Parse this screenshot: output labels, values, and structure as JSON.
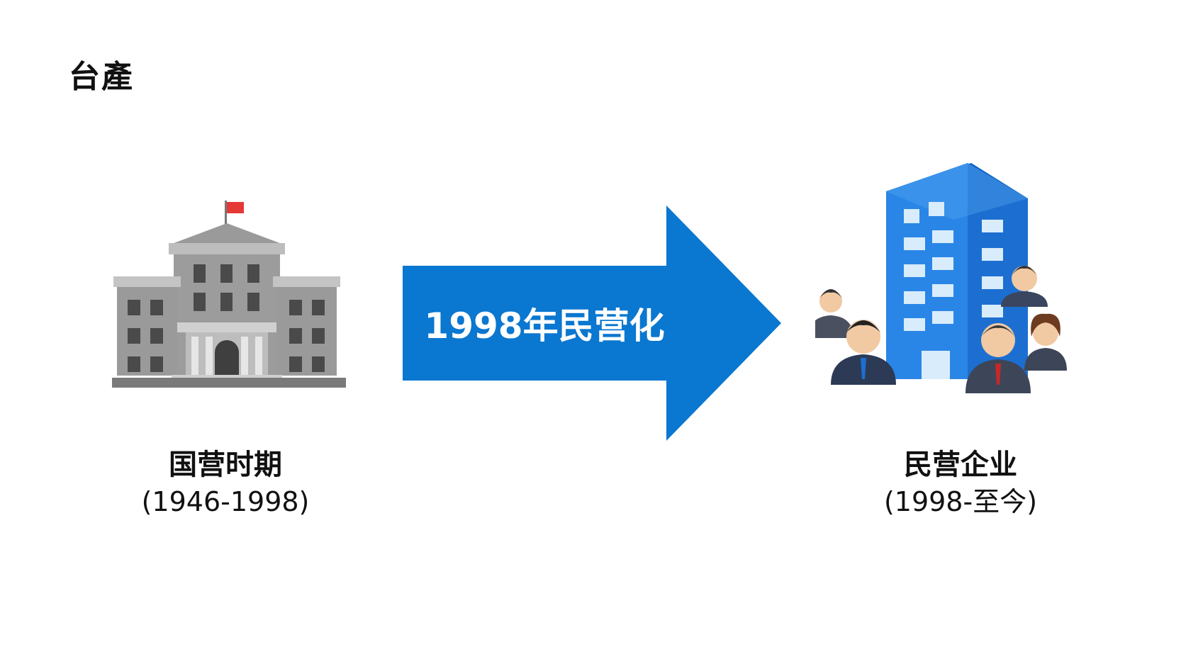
{
  "title": "台產",
  "arrow_label": "1998年民营化",
  "left": {
    "name": "国营时期",
    "period": "(1946-1998)"
  },
  "right": {
    "name": "民营企业",
    "period": "(1998-至今)"
  },
  "icons": {
    "left": "government-building-icon",
    "right": "corporate-office-icon"
  },
  "colors": {
    "arrow": "#0a77d0",
    "flag": "#e53935",
    "building_gray": "#8f8f8f",
    "office_blue": "#1c6fd1"
  }
}
